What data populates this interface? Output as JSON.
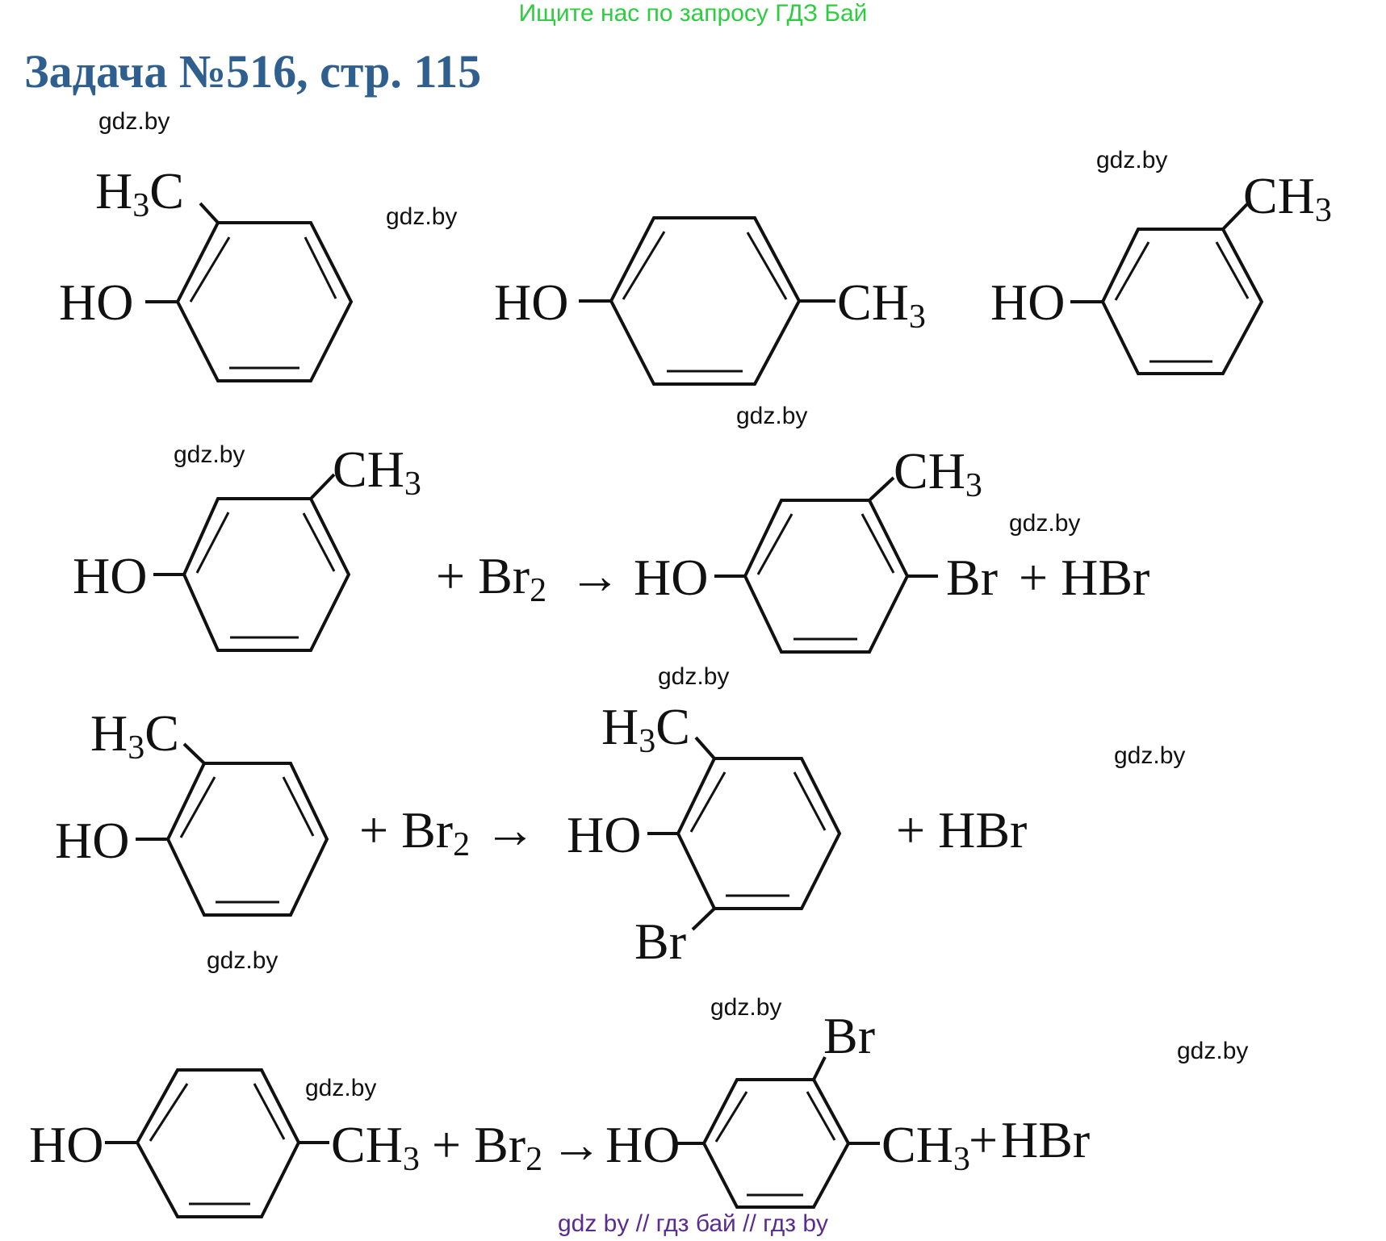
{
  "banner": "Ищите нас по запросу ГДЗ Бай",
  "title": "Задача №516, стр. 115",
  "footer": "gdz by  //  гдз бай  //  гдз by",
  "watermark": "gdz.by",
  "labels": {
    "ho": "HO",
    "h3c_h": "H",
    "h3c_c": "C",
    "ch": "CH",
    "sub3": "3",
    "br": "Br",
    "sub2": "2",
    "plus_br2": "+ Br",
    "arrow": "→",
    "plus_hbr": "+ HBr",
    "hbr": "HBr",
    "plus": "+"
  },
  "colors": {
    "banner": "#2ecc40",
    "title": "#2f5f8f",
    "footer": "#5b2c8f"
  }
}
